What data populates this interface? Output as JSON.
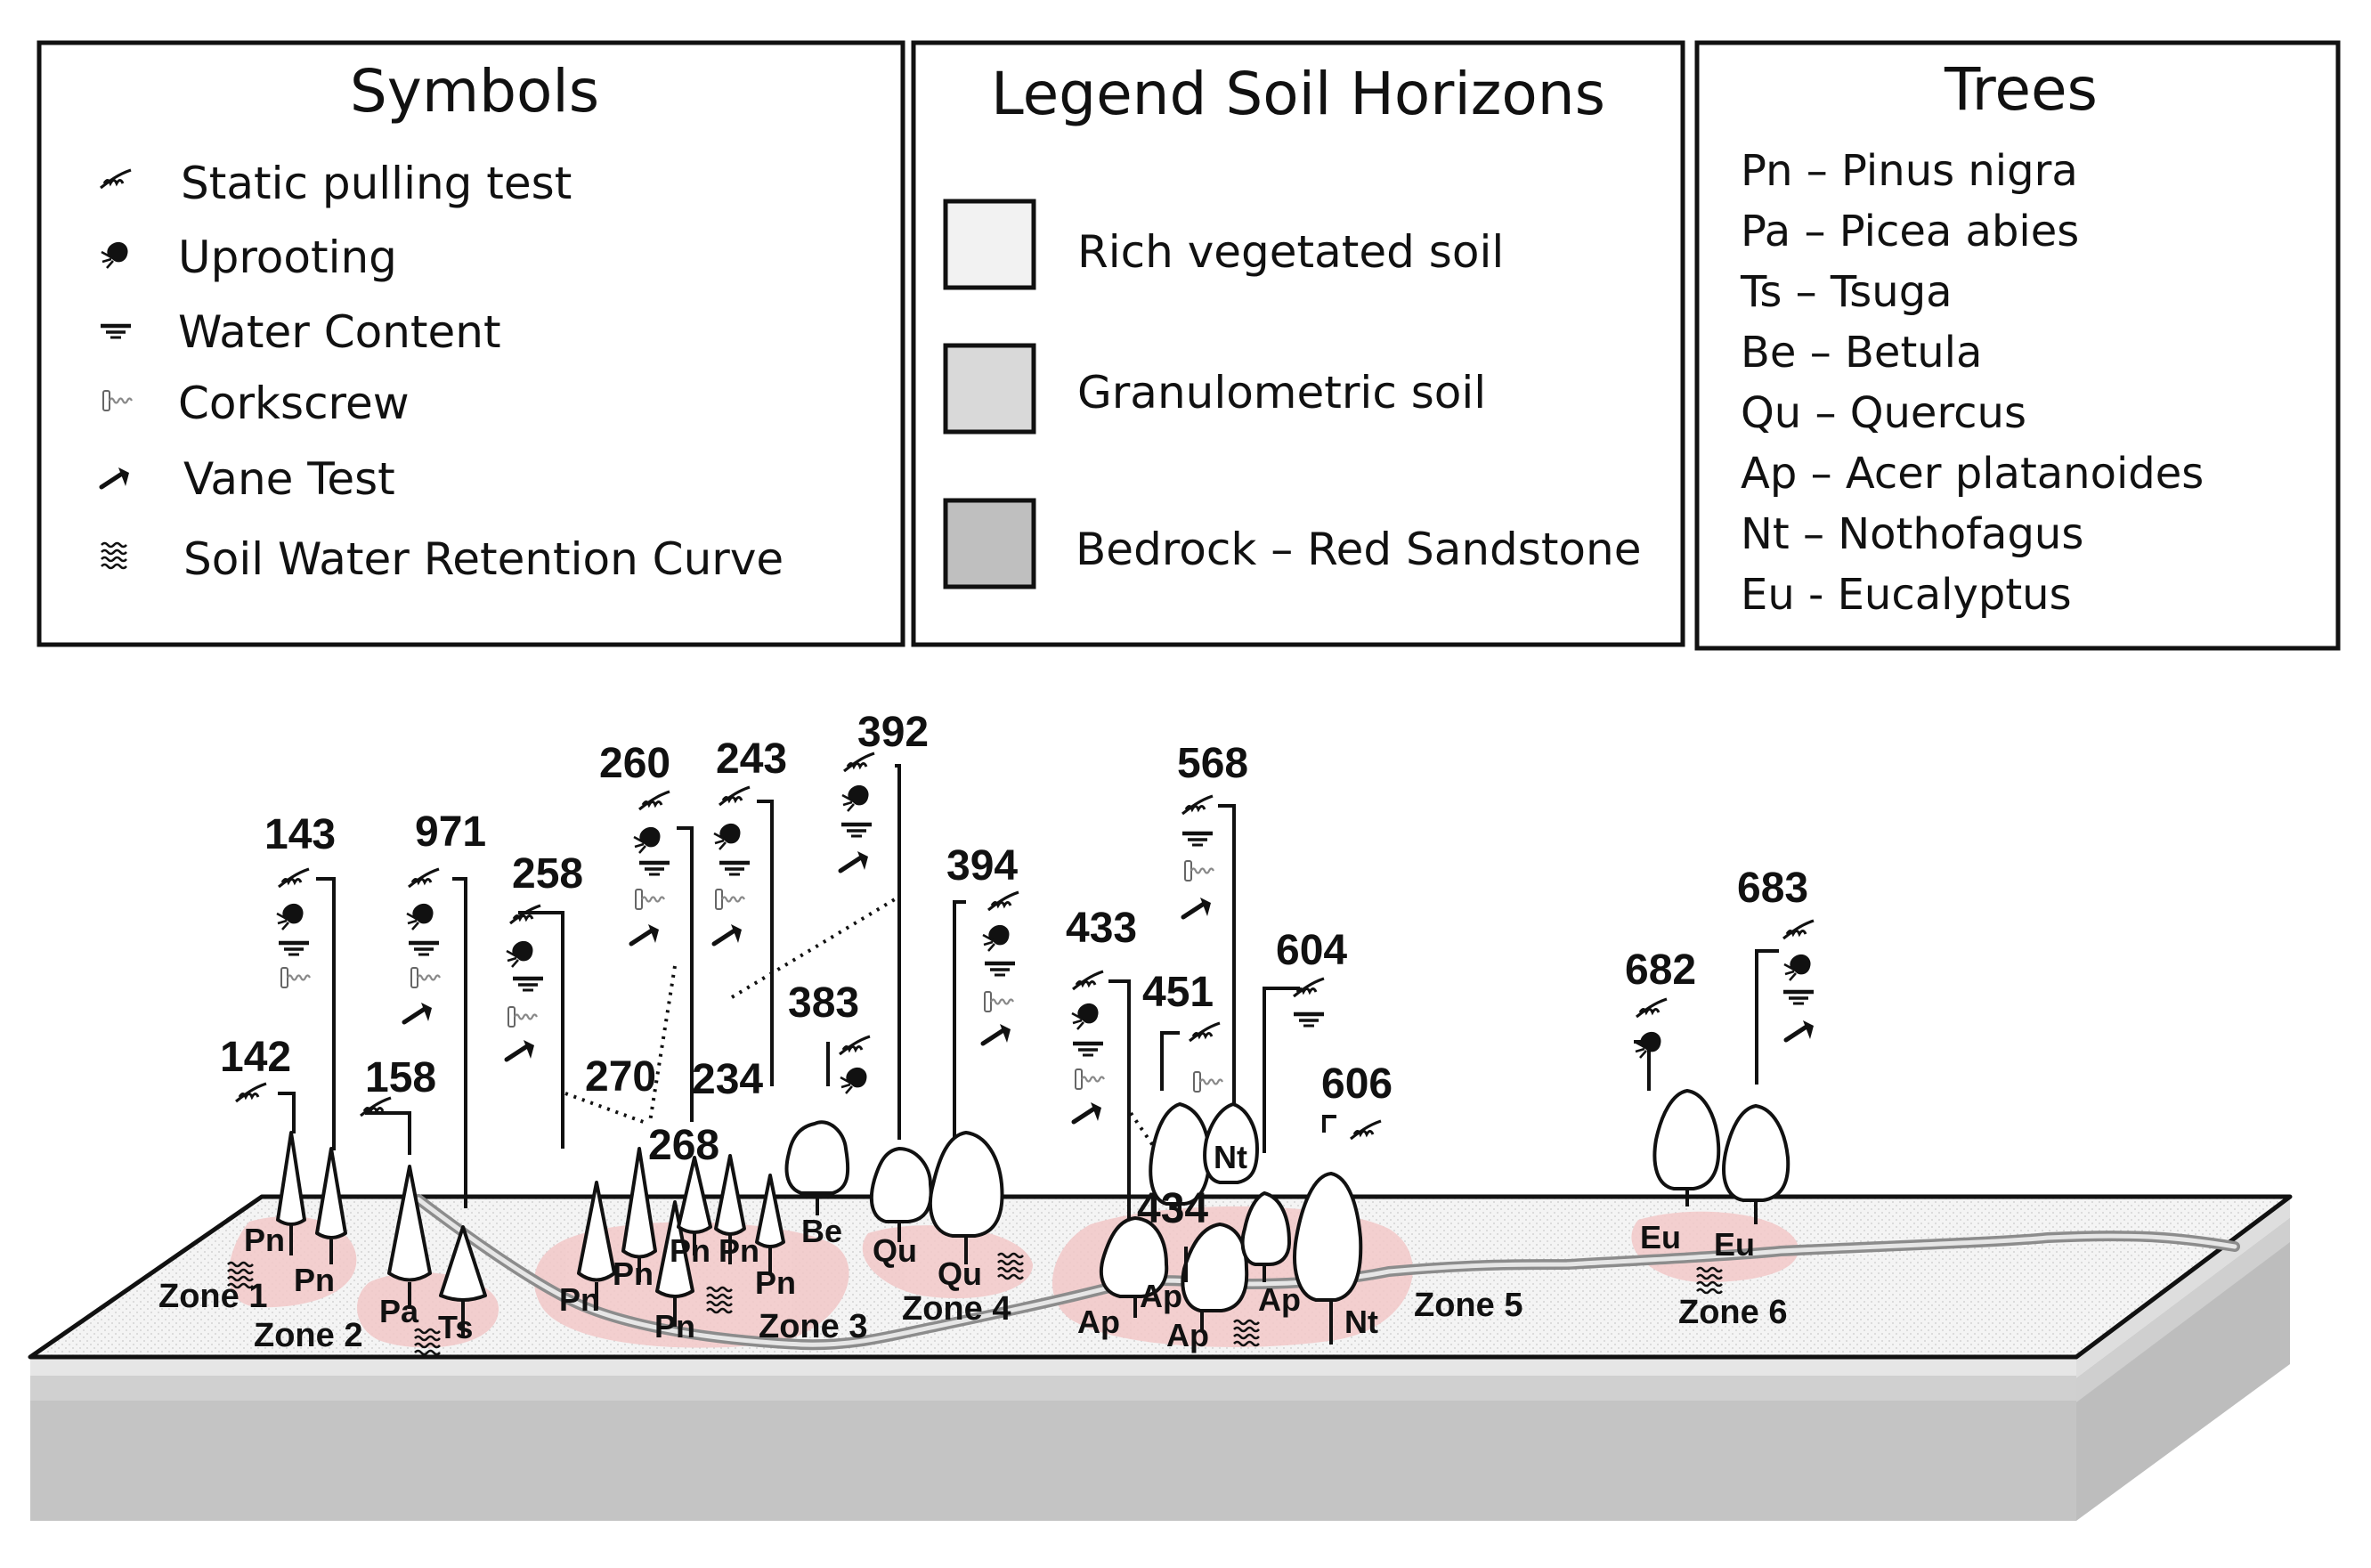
{
  "symbols_box": {
    "title": "Symbols",
    "items": [
      {
        "icon": "static-pulling-test-icon",
        "label": "Static pulling test"
      },
      {
        "icon": "uprooting-icon",
        "label": "Uprooting"
      },
      {
        "icon": "water-content-icon",
        "label": "Water Content"
      },
      {
        "icon": "corkscrew-icon",
        "label": "Corkscrew"
      },
      {
        "icon": "vane-test-icon",
        "label": "Vane Test"
      },
      {
        "icon": "soil-water-retention-curve-icon",
        "label": "Soil Water Retention Curve"
      }
    ]
  },
  "soil_legend": {
    "title": "Legend Soil Horizons",
    "items": [
      {
        "label": "Rich vegetated soil",
        "color": "#f2f2f2"
      },
      {
        "label": "Granulometric soil",
        "color": "#d9d9d9"
      },
      {
        "label": "Bedrock – Red Sandstone",
        "color": "#bfbfbf"
      }
    ]
  },
  "trees_box": {
    "title": "Trees",
    "items": [
      "Pn – Pinus nigra",
      "Pa – Picea abies",
      "Ts – Tsuga",
      "Be – Betula",
      "Qu – Quercus",
      "Ap –  Acer platanoides",
      "Nt – Nothofagus",
      "Eu - Eucalyptus"
    ]
  },
  "zones": [
    "Zone 1",
    "Zone 2",
    "Zone 3",
    "Zone 4",
    "Zone 5",
    "Zone 6"
  ],
  "test_sites": [
    {
      "id": "142",
      "tests": [
        "static-pulling-test-icon"
      ]
    },
    {
      "id": "143",
      "tests": [
        "static-pulling-test-icon",
        "uprooting-icon",
        "water-content-icon",
        "corkscrew-icon"
      ]
    },
    {
      "id": "158",
      "tests": [
        "static-pulling-test-icon"
      ]
    },
    {
      "id": "971",
      "tests": [
        "static-pulling-test-icon",
        "uprooting-icon",
        "water-content-icon",
        "corkscrew-icon",
        "vane-test-icon"
      ]
    },
    {
      "id": "258",
      "tests": [
        "static-pulling-test-icon",
        "uprooting-icon",
        "water-content-icon",
        "corkscrew-icon",
        "vane-test-icon"
      ]
    },
    {
      "id": "260",
      "tests": [
        "static-pulling-test-icon",
        "uprooting-icon",
        "water-content-icon",
        "corkscrew-icon",
        "vane-test-icon"
      ]
    },
    {
      "id": "243",
      "tests": [
        "static-pulling-test-icon",
        "uprooting-icon",
        "water-content-icon",
        "corkscrew-icon",
        "vane-test-icon"
      ]
    },
    {
      "id": "270",
      "tests": []
    },
    {
      "id": "234",
      "tests": []
    },
    {
      "id": "268",
      "tests": []
    },
    {
      "id": "392",
      "tests": [
        "static-pulling-test-icon",
        "uprooting-icon",
        "water-content-icon",
        "vane-test-icon"
      ]
    },
    {
      "id": "383",
      "tests": [
        "static-pulling-test-icon",
        "uprooting-icon"
      ]
    },
    {
      "id": "394",
      "tests": [
        "static-pulling-test-icon",
        "uprooting-icon",
        "water-content-icon",
        "corkscrew-icon",
        "vane-test-icon"
      ]
    },
    {
      "id": "433",
      "tests": [
        "static-pulling-test-icon",
        "uprooting-icon",
        "water-content-icon",
        "corkscrew-icon",
        "vane-test-icon"
      ]
    },
    {
      "id": "451",
      "tests": [
        "static-pulling-test-icon",
        "corkscrew-icon"
      ]
    },
    {
      "id": "568",
      "tests": [
        "static-pulling-test-icon",
        "water-content-icon",
        "corkscrew-icon",
        "vane-test-icon"
      ]
    },
    {
      "id": "604",
      "tests": [
        "static-pulling-test-icon",
        "water-content-icon"
      ]
    },
    {
      "id": "434",
      "tests": []
    },
    {
      "id": "606",
      "tests": [
        "static-pulling-test-icon"
      ]
    },
    {
      "id": "682",
      "tests": [
        "static-pulling-test-icon",
        "uprooting-icon"
      ]
    },
    {
      "id": "683",
      "tests": [
        "static-pulling-test-icon",
        "uprooting-icon",
        "water-content-icon",
        "vane-test-icon"
      ]
    }
  ],
  "tree_tags": [
    "Pn",
    "Pn",
    "Pa",
    "Ts",
    "Pn",
    "Pn",
    "Pn",
    "Pn",
    "Pn",
    "Pn",
    "Be",
    "Qu",
    "Qu",
    "Ap",
    "Ap",
    "Ap",
    "Nt",
    "Ap",
    "Nt",
    "Eu",
    "Eu"
  ],
  "colors": {
    "zone_fill": "#f2c8c8",
    "ground_top": "#f4f4f4",
    "band_light": "#dcdcdc",
    "band_mid": "#d0d0d0",
    "bedrock": "#c4c4c4",
    "stream": "#a8a8a8"
  }
}
